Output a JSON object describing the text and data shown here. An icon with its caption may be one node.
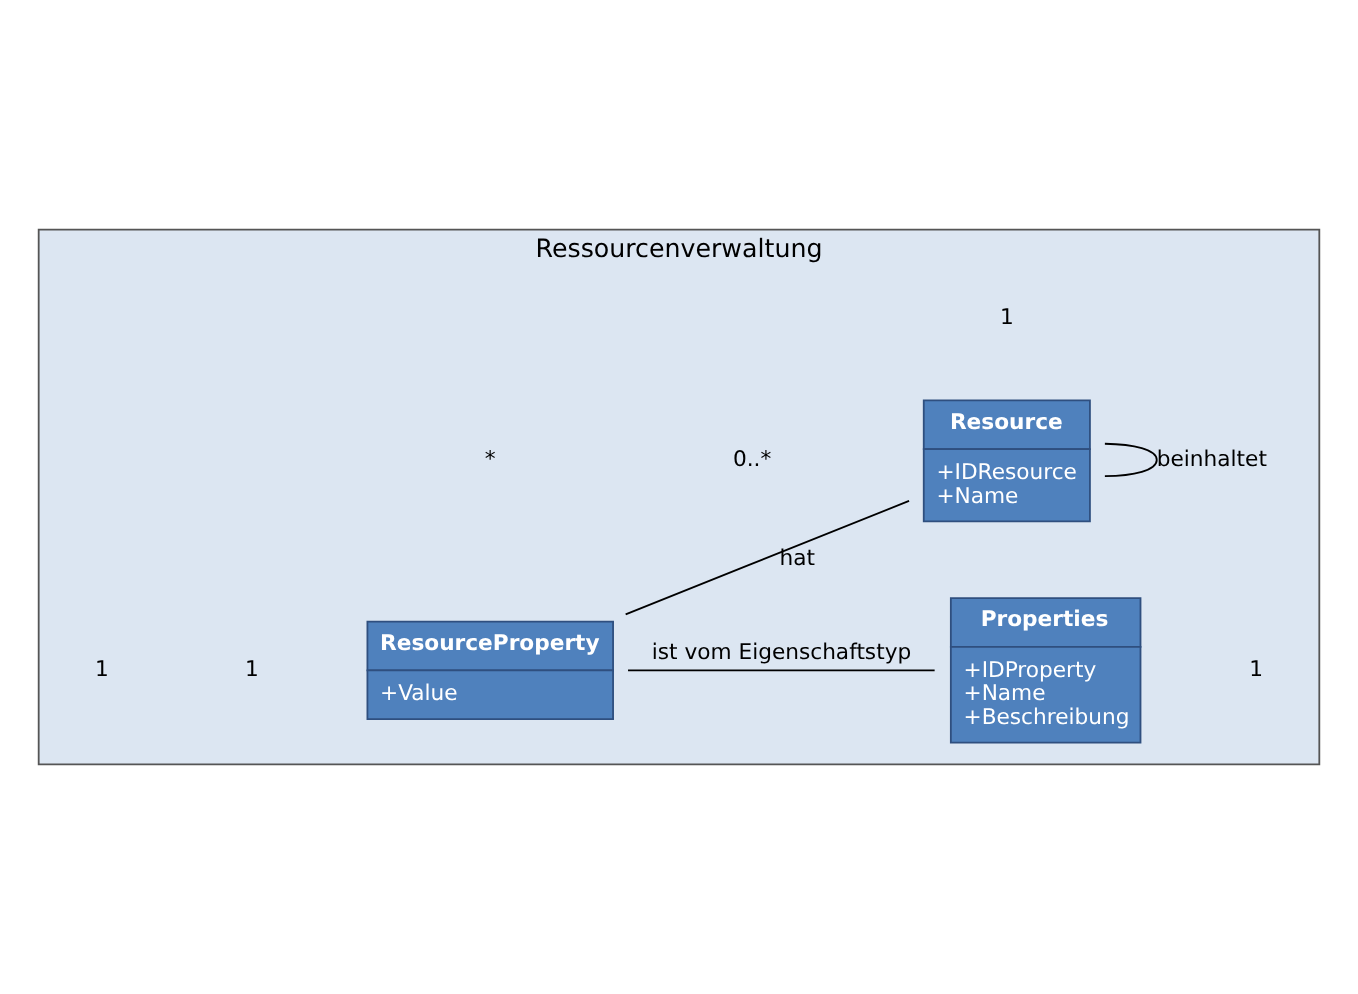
{
  "diagram": {
    "nodes": [
      {
        "text": [
          "Ressourcenverwaltung"
        ]
      },
      {
        "text": [
          "Resource",
          "+IDResource",
          "+Name"
        ],
        "in": 0
      },
      {
        "text": [
          "ResourceProperty",
          "+Value"
        ],
        "in": 0
      },
      {
        "text": [
          "Properties",
          "+IDProperty",
          "+Name",
          "+Beschreibung"
        ],
        "in": 0
      }
    ],
    "edges": [
      {
        "from": 1,
        "to": 1,
        "arrow": "none",
        "label": "beinhaltet"
      },
      {
        "from": 1,
        "to": 2,
        "arrow": "none",
        "label": "hat"
      },
      {
        "from": 2,
        "to": 3,
        "arrow": "none",
        "label": "ist vom Eigenschaftstyp"
      }
    ],
    "labels": [
      "1",
      "0..*",
      "1",
      "*",
      "1",
      "1"
    ]
  }
}
